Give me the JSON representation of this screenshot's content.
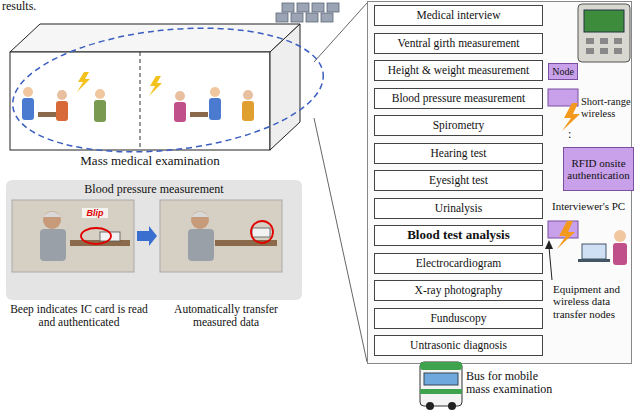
{
  "diagram": {
    "nodes": [
      {
        "text": [
          "Medical interview"
        ]
      },
      {
        "text": [
          "Ventral girth measurement"
        ]
      },
      {
        "text": [
          "Height & weight measurement"
        ]
      },
      {
        "text": [
          "Blood pressure measurement"
        ]
      },
      {
        "text": [
          "Spirometry"
        ]
      },
      {
        "text": [
          "Hearing test"
        ]
      },
      {
        "text": [
          "Eyesight test"
        ]
      },
      {
        "text": [
          "Urinalysis"
        ]
      },
      {
        "text": [
          "Blood test analysis"
        ]
      },
      {
        "text": [
          "Electrocardiogram"
        ]
      },
      {
        "text": [
          "X-ray photography"
        ]
      },
      {
        "text": [
          "Funduscopy"
        ]
      },
      {
        "text": [
          "Untrasonic diagnosis"
        ]
      },
      {
        "text": [
          "Node"
        ]
      },
      {
        "text": [
          "RFID onsite authentication"
        ]
      },
      {
        "text": [
          "Blood pressure measurement"
        ]
      }
    ],
    "labels": [
      "results.",
      "Mass medical examination",
      "Blip",
      "Beep indicates IC card is read and authenticated",
      "Automatically transfer measured data",
      ":",
      "Short-range wireless",
      "Interviewer's PC",
      "Equipment and wireless data transfer nodes",
      "Bus for mobile mass examination"
    ]
  }
}
